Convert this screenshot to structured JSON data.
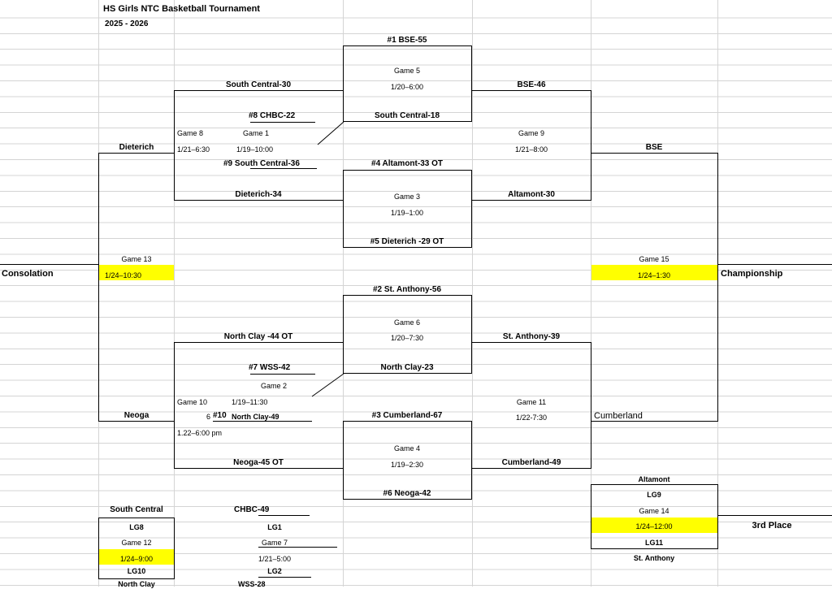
{
  "header": {
    "title": "HS Girls NTC Basketball Tournament",
    "season": "2025 - 2026"
  },
  "games": {
    "g5": {
      "label": "Game 5",
      "time": "1/20–6:00",
      "top": "#1  BSE-55",
      "bottom": "South Central-18"
    },
    "g3": {
      "label": "Game 3",
      "time": "1/19–1:00",
      "top": "#4  Altamont-33 OT",
      "bottom": "#5 Dieterich -29 OT"
    },
    "g6": {
      "label": "Game 6",
      "time": "1/20–7:30",
      "top": "#2 St. Anthony-56",
      "bottom": "North Clay-23"
    },
    "g4": {
      "label": "Game 4",
      "time": "1/19–2:30",
      "top": "#3 Cumberland-67",
      "bottom": "#6 Neoga-42"
    },
    "g1": {
      "label": "Game 1",
      "time": "1/19–10:00",
      "top": "#8 CHBC-22",
      "bottom": "#9  South Central-36"
    },
    "g2": {
      "label": "Game 2",
      "time": "1/19–11:30",
      "top": "#7 WSS-42",
      "bottom_prefix": "6",
      "bottom_seed": "#10",
      "bottom_team": "North Clay-49"
    },
    "g8": {
      "label": "Game 8",
      "time": "1/21–6:30",
      "top": "South Central-30",
      "bottom": "Dieterich-34"
    },
    "g10": {
      "label": "Game 10",
      "time": "1.22–6:00 pm",
      "top": "North Clay -44 OT",
      "bottom": "Neoga-45 OT"
    },
    "g9": {
      "label": "Game 9",
      "time": "1/21–8:00",
      "top": "BSE-46",
      "bottom": "Altamont-30"
    },
    "g11": {
      "label": "Game 11",
      "time": "1/22-7:30",
      "top": "St. Anthony-39",
      "bottom": "Cumberland-49"
    },
    "g13": {
      "label": "Game 13",
      "time": "1/24–10:30",
      "top": "Dieterich",
      "bottom": "Neoga",
      "side": "Consolation"
    },
    "g15": {
      "label": "Game 15",
      "time": "1/24–1:30",
      "top": "BSE",
      "bottom": "Cumberland",
      "side": "Championship"
    },
    "g12": {
      "label": "Game 12",
      "time": "1/24–9:00",
      "above": "South Central",
      "top": "LG8",
      "bottom": "LG10",
      "below": "North Clay"
    },
    "g7": {
      "label": "Game 7",
      "time": "1/21–5:00",
      "above": "CHBC-49",
      "top": "LG1",
      "bottom": "LG2",
      "below": "WSS-28"
    },
    "g14": {
      "label": "Game 14",
      "time": "1/24–12:00",
      "above": "Altamont",
      "top": "LG9",
      "bottom": "LG11",
      "below": "St. Anthony",
      "side": "3rd Place"
    }
  },
  "colors": {
    "highlight": "#ffff00",
    "gridline": "#d4d4d4",
    "line": "#000000"
  }
}
